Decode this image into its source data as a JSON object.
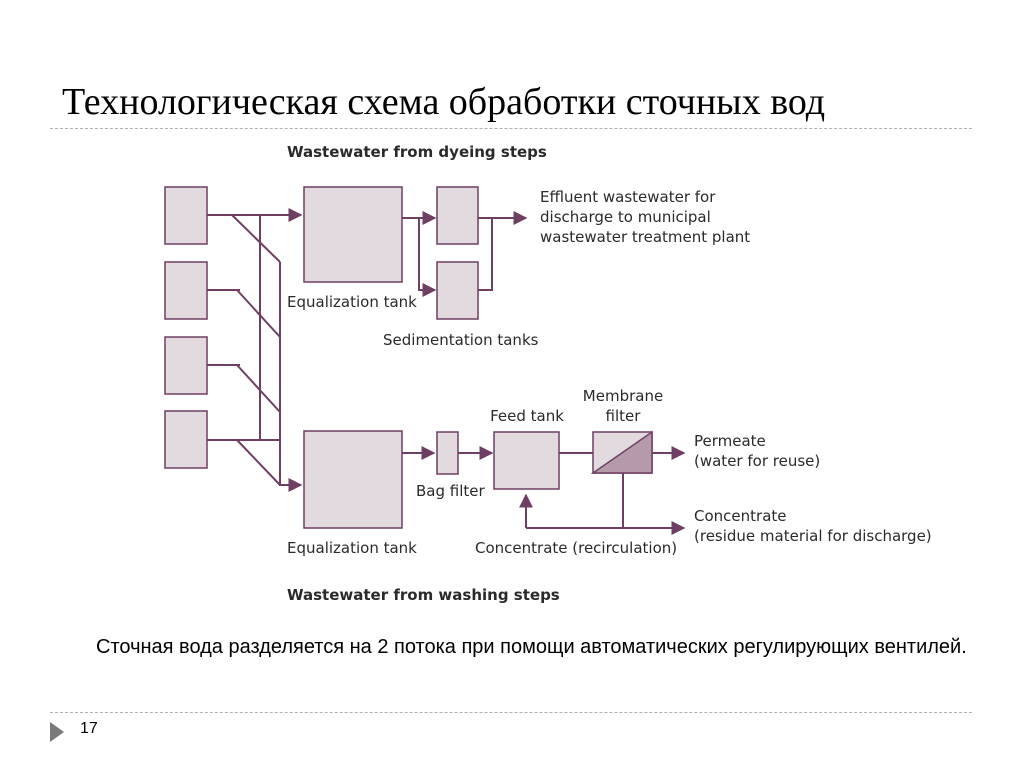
{
  "slide": {
    "title": "Технологическая схема обработки сточных вод",
    "caption": "Сточная вода разделяется на 2 потока при помощи автоматических регулирующих вентилей.",
    "page_number": "17",
    "footer_icon": "triangle-bullet-icon"
  },
  "diagram": {
    "colors": {
      "box_fill": "#e3dae0",
      "line": "#6e3f63",
      "text": "#2a2a2a"
    },
    "labels": {
      "top_heading": "Wastewater from dyeing steps",
      "bottom_heading": "Wastewater from washing steps",
      "equalization_tank_top": "Equalization tank",
      "sedimentation_tanks": "Sedimentation tanks",
      "effluent": [
        "Effluent wastewater for",
        "discharge to municipal",
        "wastewater treatment plant"
      ],
      "equalization_tank_bottom": "Equalization tank",
      "bag_filter": "Bag filter",
      "feed_tank": "Feed tank",
      "membrane_filter": [
        "Membrane",
        "filter"
      ],
      "permeate": [
        "Permeate",
        "(water for reuse)"
      ],
      "concentrate": [
        "Concentrate",
        "(residue material for discharge)"
      ],
      "concentrate_recirculation": "Concentrate (recirculation)"
    }
  }
}
